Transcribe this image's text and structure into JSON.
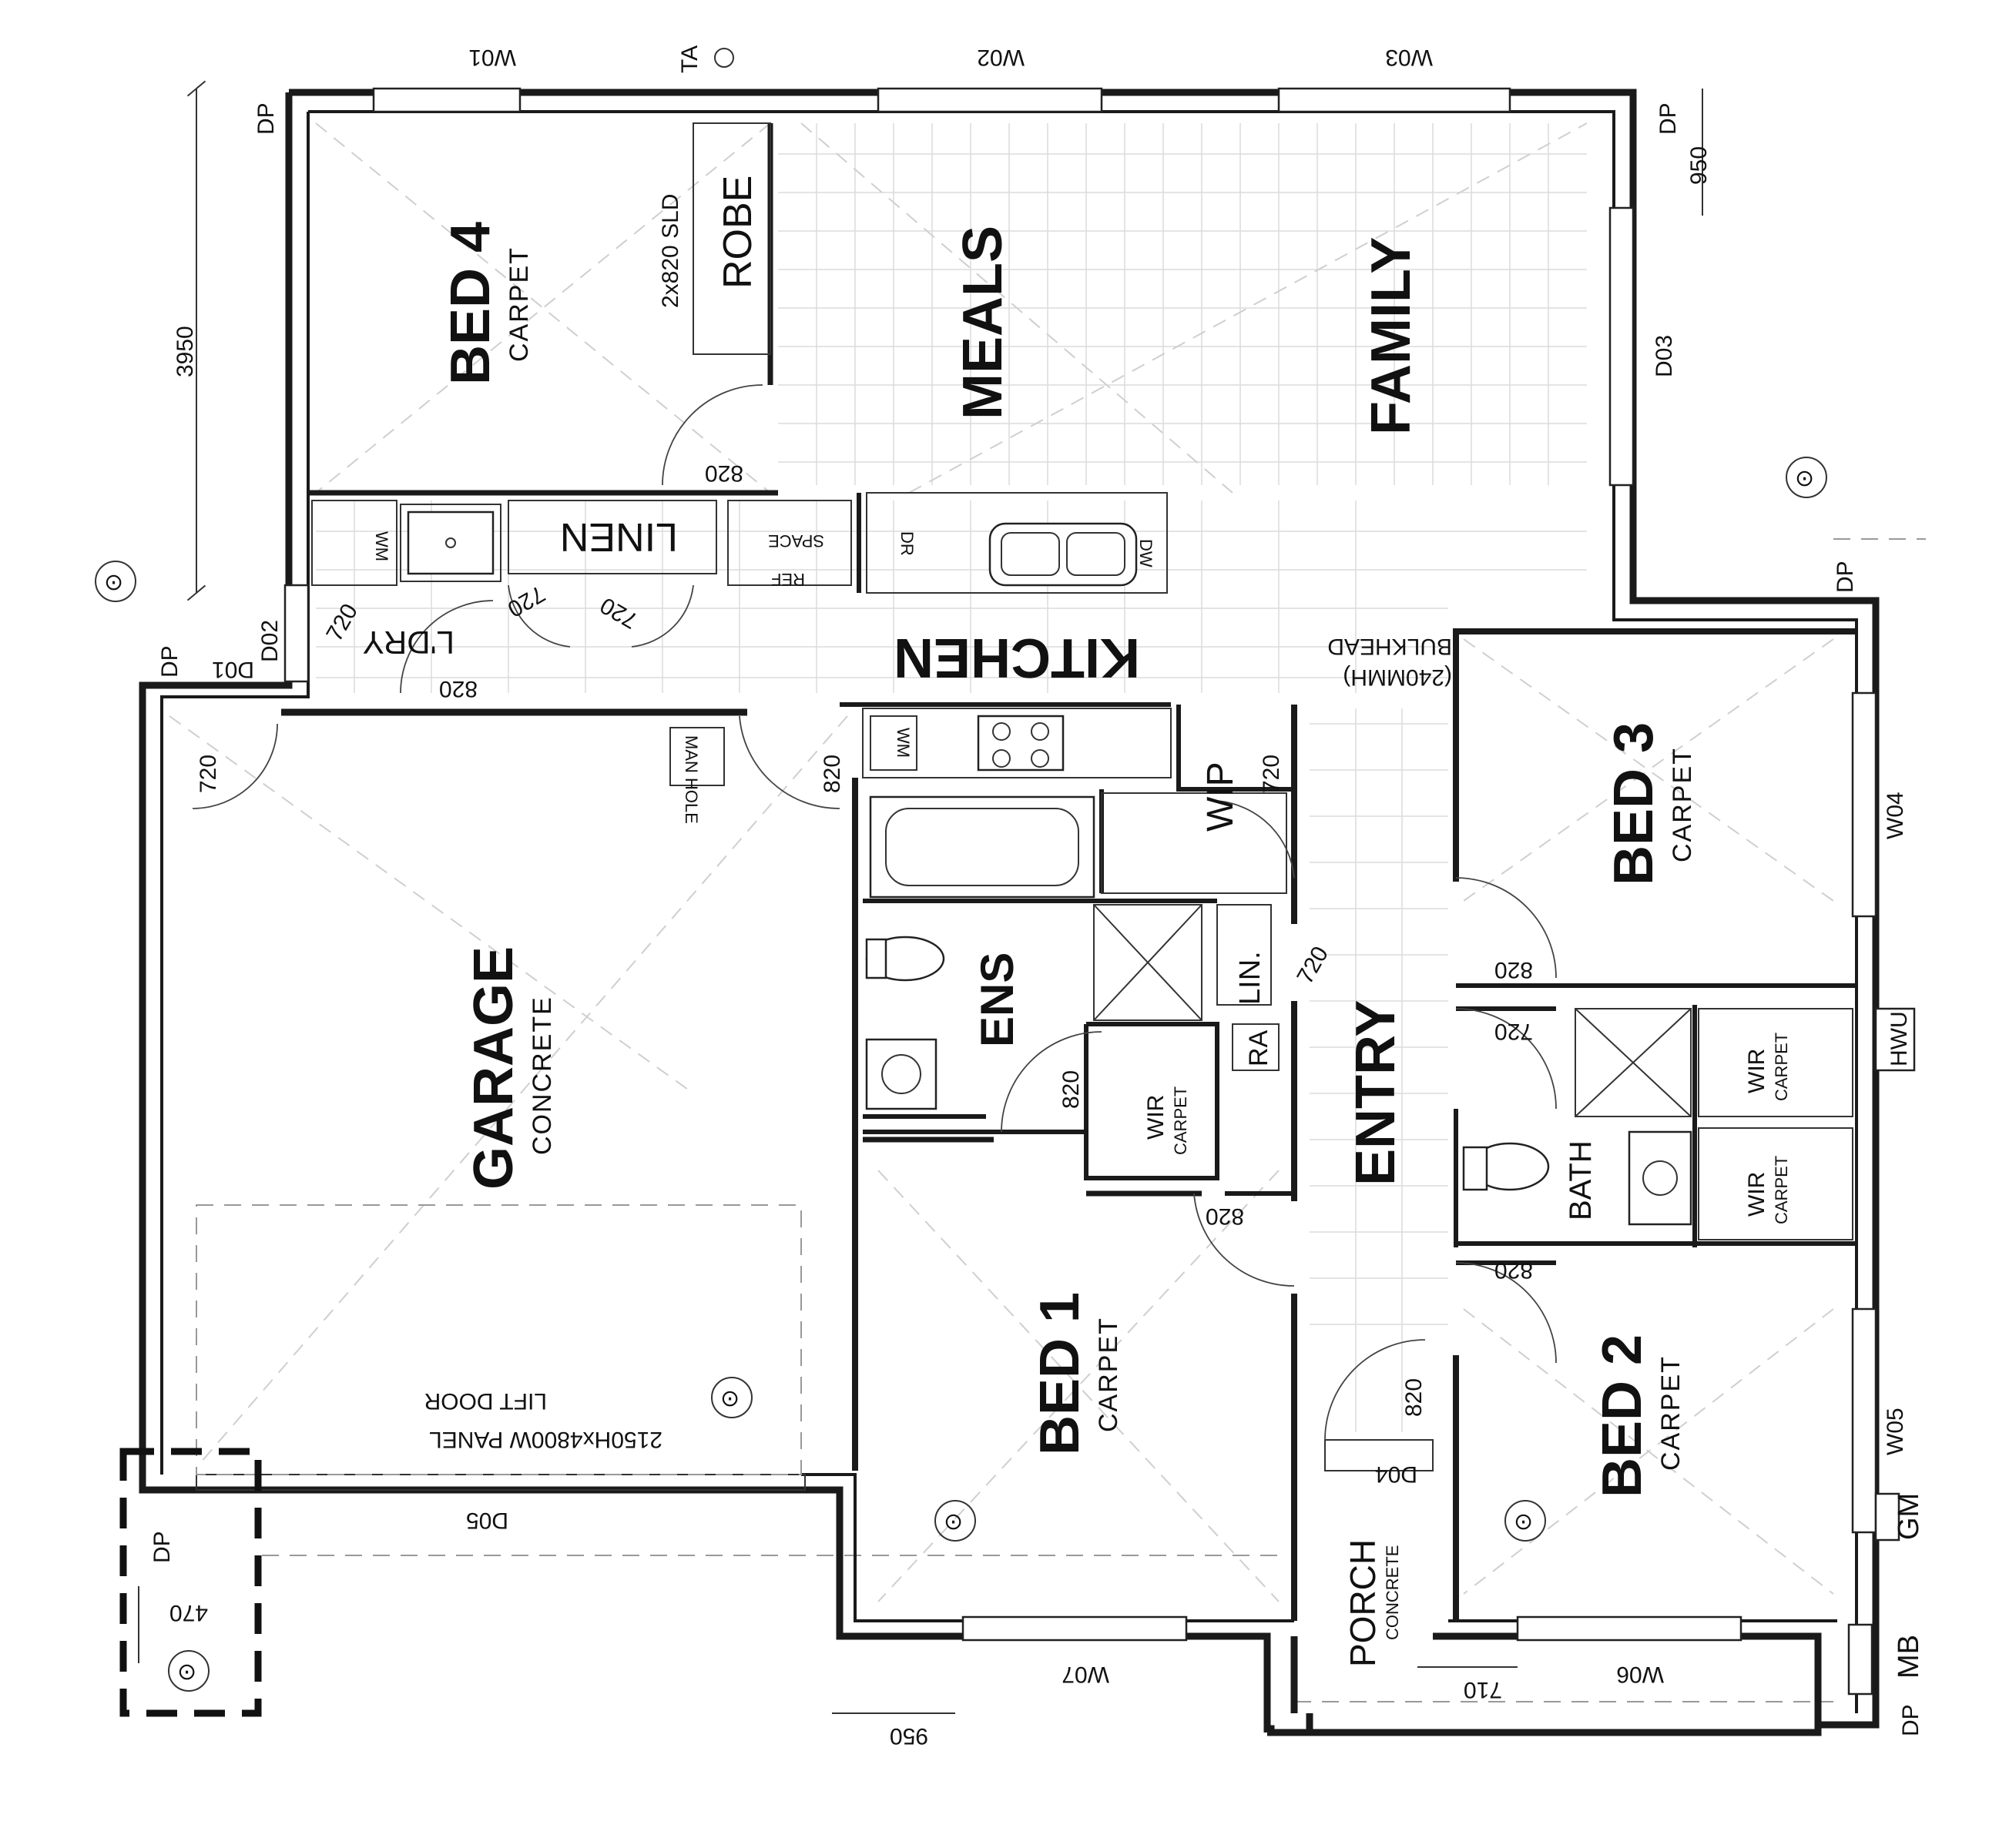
{
  "rooms": {
    "bed4": {
      "name": "BED 4",
      "finish": "CARPET"
    },
    "robe": {
      "name": "ROBE",
      "door": "2x820 SLD"
    },
    "meals": {
      "name": "MEALS"
    },
    "family": {
      "name": "FAMILY"
    },
    "linen": {
      "name": "LINEN"
    },
    "laundry": {
      "name": "L'DRY"
    },
    "kitchen": {
      "name": "KITCHEN"
    },
    "bulkhead": {
      "line1": "BULKHEAD",
      "line2": "(240MMH)"
    },
    "garage": {
      "name": "GARAGE",
      "finish": "CONCRETE"
    },
    "lift_door": {
      "line1": "LIFT DOOR",
      "line2": "2150Hx4800W PANEL"
    },
    "wip": {
      "name": "WIP"
    },
    "ens": {
      "name": "ENS"
    },
    "lin": {
      "name": "LIN."
    },
    "ra": {
      "name": "RA"
    },
    "wir1": {
      "name": "WIR",
      "finish": "CARPET"
    },
    "entry": {
      "name": "ENTRY"
    },
    "bed3": {
      "name": "BED 3",
      "finish": "CARPET"
    },
    "wir3": {
      "name": "WIR",
      "finish": "CARPET"
    },
    "bath": {
      "name": "BATH"
    },
    "wir2": {
      "name": "WIR",
      "finish": "CARPET"
    },
    "bed1": {
      "name": "BED 1",
      "finish": "CARPET"
    },
    "bed2": {
      "name": "BED 2",
      "finish": "CARPET"
    },
    "porch": {
      "name": "PORCH",
      "finish": "CONCRETE"
    }
  },
  "fixtures": {
    "wm": "WM",
    "dr": "DR",
    "dw": "DW",
    "space": "SPACE",
    "ref": "REF",
    "man_hole": "MAN HOLE",
    "hwu": "HWU",
    "gm": "GM",
    "mb": "MB",
    "ta": "TA"
  },
  "codes": {
    "w01": "W01",
    "w02": "W02",
    "w03": "W03",
    "w04": "W04",
    "w05": "W05",
    "w06": "W06",
    "w07": "W07",
    "d01": "D01",
    "d02": "D02",
    "d03": "D03",
    "d04": "D04",
    "d05": "D05",
    "dp": "DP"
  },
  "dimensions": {
    "d3950": "3950",
    "d950": "950",
    "d820": "820",
    "d720": "720",
    "d710": "710",
    "d470": "470"
  },
  "markers": {
    "smoke": "⊙"
  }
}
